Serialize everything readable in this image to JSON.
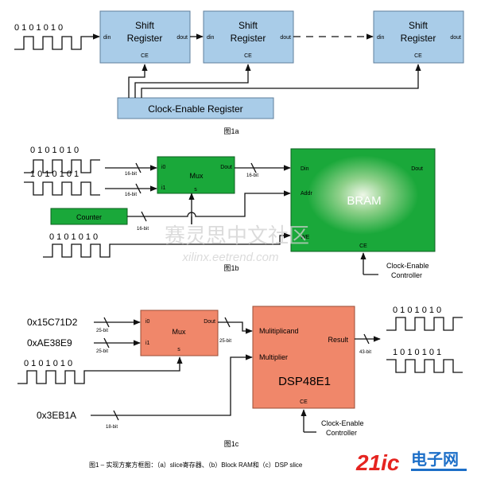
{
  "fig1a": {
    "input_bits": "0 1 0 1 0 1 0",
    "reg_name_line1": "Shift",
    "reg_name_line2": "Register",
    "port_din": "din",
    "port_dout": "dout",
    "port_ce": "CE",
    "clock_enable_register": "Clock-Enable Register",
    "caption": "图1a"
  },
  "fig1b": {
    "bits_top": "0 1 0 1 0 1 0",
    "bits_bottom": "1 0 1 0 1 0 1",
    "width_label": "16-bit",
    "mux_i0": "i0",
    "mux_i1": "i1",
    "mux_label": "Mux",
    "mux_dout": "Dout",
    "mux_s": "s",
    "counter": "Counter",
    "we_bits": "0 1 0 1 0 1 0",
    "bram_din": "Din",
    "bram_dout": "Dout",
    "bram_addr": "Addr",
    "bram_we": "WE",
    "bram_ce": "CE",
    "bram_title": "BRAM",
    "controller_line1": "Clock-Enable",
    "controller_line2": "Controller",
    "watermark_cn": "赛灵思中文社区",
    "watermark_url": "xilinx.eetrend.com",
    "caption": "图1b"
  },
  "fig1c": {
    "const_a": "0x15C71D2",
    "const_b": "0xAE38E9",
    "const_c": "0x3EB1A",
    "width_25": "25-bit",
    "width_18": "18-bit",
    "width_43": "43-bit",
    "sel_bits": "0 1 0 1 0 1 0",
    "mux_i0": "i0",
    "mux_i1": "i1",
    "mux_label": "Mux",
    "mux_dout": "Dout",
    "mux_s": "s",
    "dsp_multiplicand": "Mulitiplicand",
    "dsp_multiplier": "Multiplier",
    "dsp_result": "Result",
    "dsp_title": "DSP48E1",
    "dsp_ce": "CE",
    "out_bits_top": "0 1 0 1 0 1 0",
    "out_bits_bottom": "1 0 1 0 1 0 1",
    "controller_line1": "Clock-Enable",
    "controller_line2": "Controller",
    "caption": "图1c"
  },
  "figure_caption": "图1 – 实现方案方框图：（a）slice寄存器、（b）Block RAM和（c）DSP slice",
  "logo": {
    "text_21ic": "21ic",
    "text_brand": "电子网",
    "colors": {
      "red": "#e52420",
      "blue": "#1d6fc8"
    }
  },
  "colors": {
    "shift_register": "#a9cce8",
    "bram": "#1aa83a",
    "dsp": "#f0876a"
  }
}
